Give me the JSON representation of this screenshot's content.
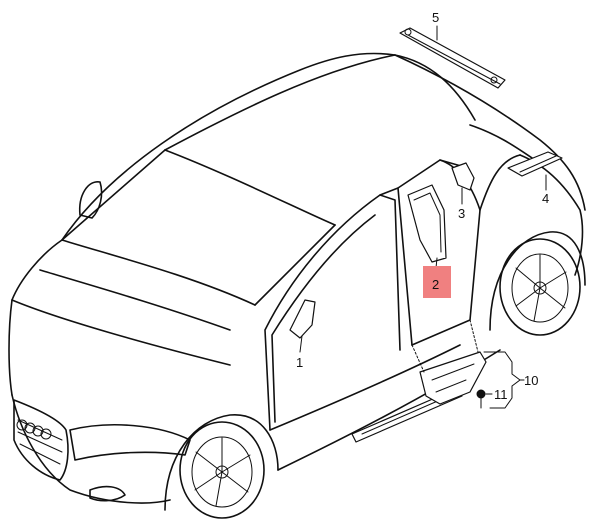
{
  "callouts": {
    "c1": "1",
    "c2": "2",
    "c3": "3",
    "c4": "4",
    "c5": "5",
    "c10": "10",
    "c11": "11"
  },
  "colors": {
    "line": "#111111",
    "highlight": "#f08080",
    "background": "#ffffff"
  }
}
